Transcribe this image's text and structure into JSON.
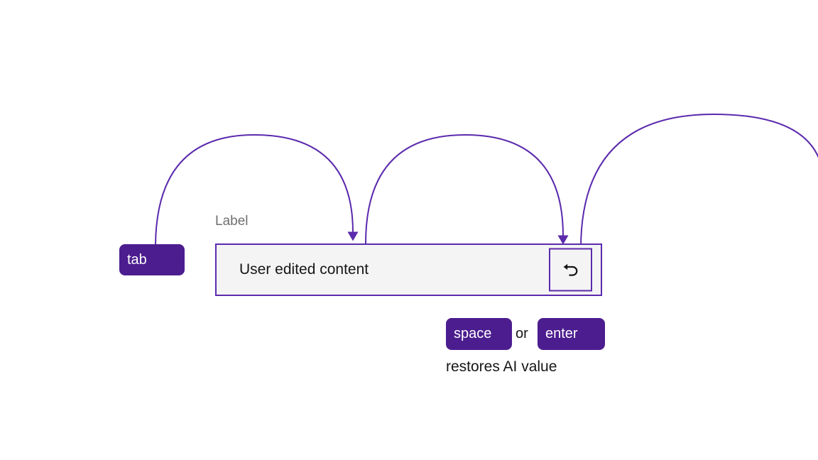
{
  "colors": {
    "line_purple": "#5b2aad",
    "badge_purple": "#4c1d8f",
    "field_bg": "#f4f4f4",
    "text_dark": "#161616",
    "label_gray": "#6f6f6f",
    "page_bg": "#ffffff"
  },
  "field": {
    "label": "Label",
    "value": "User edited content"
  },
  "keys": {
    "tab": "tab",
    "space": "space",
    "enter": "enter"
  },
  "conjunction": "or",
  "caption": "restores AI value",
  "icons": {
    "revert": "undo-arrow-icon"
  }
}
